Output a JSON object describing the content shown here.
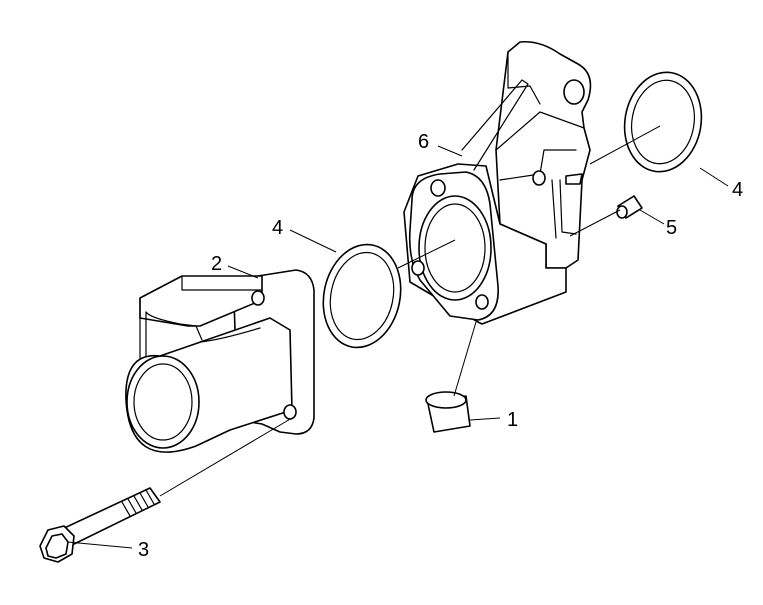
{
  "callouts": [
    {
      "id": "c1",
      "label": "1"
    },
    {
      "id": "c2",
      "label": "2"
    },
    {
      "id": "c3",
      "label": "3"
    },
    {
      "id": "c4a",
      "label": "4"
    },
    {
      "id": "c4b",
      "label": "4"
    },
    {
      "id": "c5",
      "label": "5"
    },
    {
      "id": "c6",
      "label": "6"
    }
  ],
  "colors": {
    "line": "#000000",
    "background": "#ffffff"
  }
}
